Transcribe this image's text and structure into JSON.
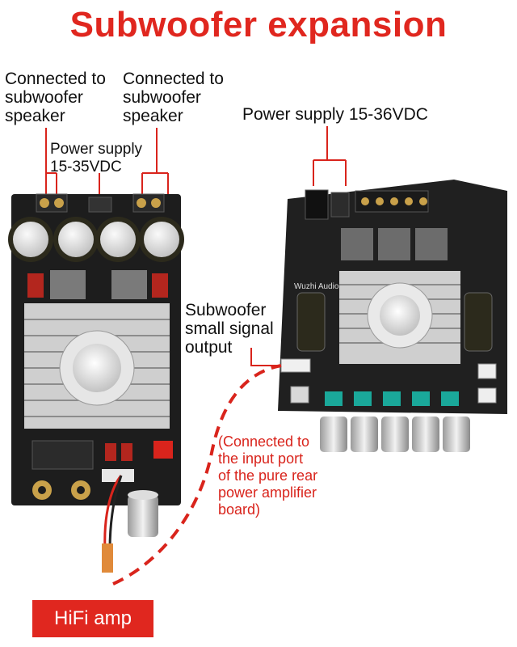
{
  "title": "Subwoofer expansion",
  "labels": {
    "left_speaker_1": "Connected to\nsubwoofer\nspeaker",
    "left_speaker_2": "Connected to\nsubwoofer\nspeaker",
    "left_power": "Power supply\n15-35VDC",
    "right_power": "Power supply 15-36VDC",
    "sub_signal": "Subwoofer\nsmall signal\noutput",
    "connected_note": "(Connected to\nthe input port\nof the pure rear\npower amplifier\nboard)",
    "board_brand": "Wuzhi Audio"
  },
  "badge": "HiFi amp",
  "colors": {
    "accent": "#e0271f",
    "callout_line": "#d9241c"
  }
}
